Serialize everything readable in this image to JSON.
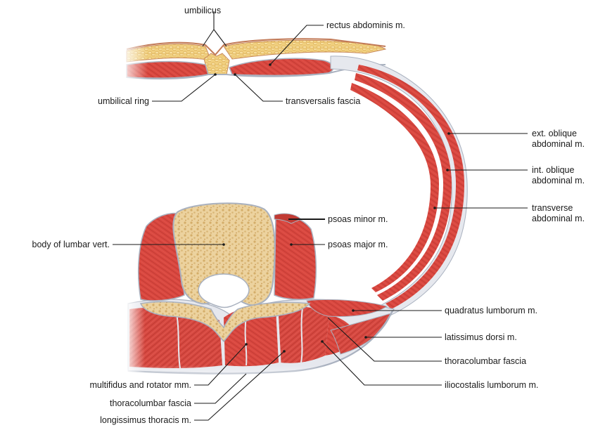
{
  "colors": {
    "muscle": "#d9473f",
    "muscle_dark": "#b8332d",
    "muscle_light": "#e8726a",
    "fascia": "#e6e8ee",
    "fascia_edge": "#a9b1bf",
    "bone": "#e9cc93",
    "bone_dark": "#c9a25c",
    "fat": "#f1d283",
    "fat_dark": "#d8a84d",
    "skin": "#e7b6a0"
  },
  "labels": {
    "umbilicus": "umbilicus",
    "rectus_abdominis": "rectus abdominis m.",
    "umbilical_ring": "umbilical ring",
    "transversalis_fascia": "transversalis fascia",
    "ext_oblique_1": "ext. oblique",
    "ext_oblique_2": "abdominal m.",
    "int_oblique_1": "int. oblique",
    "int_oblique_2": "abdominal m.",
    "transverse_1": "transverse",
    "transverse_2": "abdominal m.",
    "psoas_minor": "psoas minor m.",
    "psoas_major": "psoas major m.",
    "body_lumbar_vert": "body of lumbar vert.",
    "quadratus_lumborum": "quadratus lumborum m.",
    "latissimus_dorsi": "latissimus dorsi m.",
    "thoracolumbar_fascia_right": "thoracolumbar fascia",
    "iliocostalis_lumborum": "iliocostalis lumborum m.",
    "multifidus_rotator": "multifidus and rotator mm.",
    "thoracolumbar_fascia_left": "thoracolumbar fascia",
    "longissimus_thoracis": "longissimus thoracis m."
  }
}
